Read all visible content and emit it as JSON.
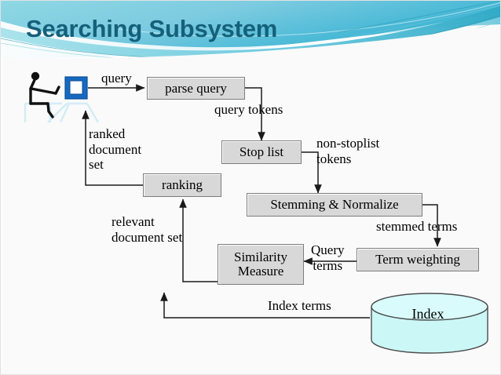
{
  "slide": {
    "title": "Searching Subsystem",
    "background_color": "#fafafa",
    "title_color": "#15607a",
    "banner_colors": [
      "#7fd3e2",
      "#35b6d4",
      "#2aa8bd",
      "#ffffff"
    ]
  },
  "diagram": {
    "type": "flowchart",
    "actor": {
      "person_icon": "seated-user-stick-figure",
      "monitor_icon": "computer-monitor-icon",
      "monitor_color": "#1769c0",
      "desk_color": "#d9eef6"
    },
    "boxes": [
      {
        "id": "parse-query",
        "label": "parse query"
      },
      {
        "id": "stop-list",
        "label": "Stop list"
      },
      {
        "id": "stemming",
        "label": "Stemming & Normalize"
      },
      {
        "id": "term-weighting",
        "label": "Term weighting"
      },
      {
        "id": "similarity",
        "label": "Similarity\nMeasure"
      },
      {
        "id": "ranking",
        "label": "ranking"
      }
    ],
    "datastore": {
      "id": "index",
      "label": "Index",
      "fill_color": "#ccf7f7",
      "stroke_color": "#4d4d4d"
    },
    "edge_labels": [
      {
        "id": "query",
        "text": "query"
      },
      {
        "id": "query-tokens",
        "text": "query tokens"
      },
      {
        "id": "non-stoplist",
        "text": "non-stoplist\ntokens"
      },
      {
        "id": "stemmed-terms",
        "text": "stemmed terms"
      },
      {
        "id": "query-terms",
        "text": "Query\nterms"
      },
      {
        "id": "index-terms",
        "text": "Index terms"
      },
      {
        "id": "relevant-doc-set",
        "text": "relevant\ndocument set"
      },
      {
        "id": "ranked-doc-set",
        "text": "ranked\ndocument\nset"
      }
    ],
    "flow_sequence": [
      "user -> parse query (query)",
      "parse query -> Stop list (query tokens)",
      "Stop list -> Stemming & Normalize (non-stoplist tokens)",
      "Stemming & Normalize -> Term weighting (stemmed terms)",
      "Term weighting -> Similarity Measure (Query terms)",
      "Index -> Similarity Measure (Index terms)",
      "Similarity Measure -> ranking (relevant document set)",
      "ranking -> user (ranked document set)"
    ]
  }
}
